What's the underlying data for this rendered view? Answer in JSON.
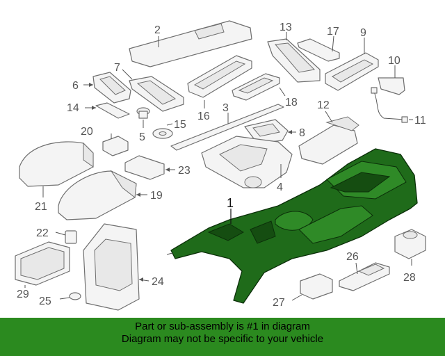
{
  "diagram": {
    "callouts": [
      "1",
      "2",
      "3",
      "4",
      "5",
      "6",
      "7",
      "8",
      "9",
      "10",
      "11",
      "12",
      "13",
      "14",
      "15",
      "16",
      "17",
      "18",
      "19",
      "20",
      "21",
      "22",
      "23",
      "24",
      "25",
      "26",
      "27",
      "28",
      "29"
    ],
    "highlighted_part": "1",
    "highlight_color": "#2b8a1f"
  },
  "banner": {
    "line1": "Part or sub-assembly is #1 in diagram",
    "line2": "Diagram may not be specific to your vehicle",
    "background": "#2b8a1f"
  }
}
